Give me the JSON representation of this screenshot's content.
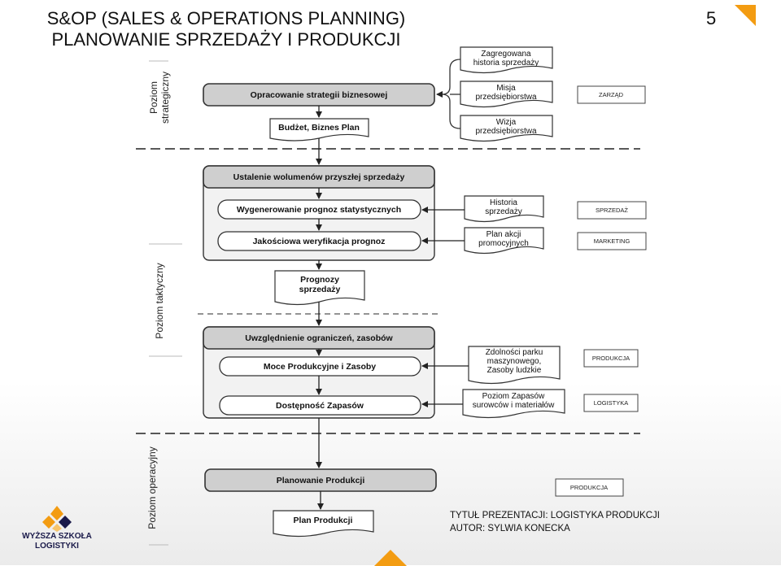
{
  "header": {
    "title_line1": "S&OP (SALES & OPERATIONS PLANNING)",
    "title_line2": "PLANOWANIE SPRZEDAŻY I PRODUKCJI",
    "page_number": "5"
  },
  "levels": {
    "strategic_line1": "Poziom",
    "strategic_line2": "strategiczny",
    "tactical": "Poziom taktyczny",
    "operational": "Poziom operacyjny"
  },
  "strategic": {
    "main": "Opracowanie strategii biznesowej",
    "output": "Budżet, Biznes Plan",
    "inputs": [
      {
        "line1": "Zagregowana",
        "line2": "historia sprzedaży"
      },
      {
        "line1": "Misja",
        "line2": "przedsiębiorstwa"
      },
      {
        "line1": "Wizja",
        "line2": "przedsiębiorstwa"
      }
    ],
    "tag": "ZARZĄD"
  },
  "tactical_sales": {
    "main": "Ustalenie wolumenów przyszłej sprzedaży",
    "sub1": "Wygenerowanie prognoz statystycznych",
    "sub2": "Jakościowa weryfikacja prognoz",
    "input1": {
      "line1": "Historia",
      "line2": "sprzedaży"
    },
    "input2": {
      "line1": "Plan akcji",
      "line2": "promocyjnych"
    },
    "tag1": "SPRZEDAŻ",
    "tag2": "MARKETING",
    "output": {
      "line1": "Prognozy",
      "line2": "sprzedaży"
    }
  },
  "tactical_constraints": {
    "main": "Uwzględnienie ograniczeń, zasobów",
    "sub1": "Moce Produkcyjne i Zasoby",
    "sub2": "Dostępność Zapasów",
    "input1": {
      "line1": "Zdolności parku",
      "line2": "maszynowego,",
      "line3": "Zasoby ludzkie"
    },
    "input2": {
      "line1": "Poziom Zapasów",
      "line2": "surowców i materiałów"
    },
    "tag1": "PRODUKCJA",
    "tag2": "LOGISTYKA"
  },
  "operational": {
    "main": "Planowanie Produkcji",
    "output": "Plan Produkcji",
    "tag": "PRODUKCJA"
  },
  "footer": {
    "title": "TYTUŁ PREZENTACJI: LOGISTYKA PRODUKCJI",
    "author": "AUTOR: SYLWIA KONECKA"
  },
  "logo": {
    "line1": "WYŻSZA SZKOŁA",
    "line2": "LOGISTYKI"
  },
  "colors": {
    "accent": "#f39c12",
    "box_fill": "#cfcfcf",
    "stroke": "#333333"
  }
}
